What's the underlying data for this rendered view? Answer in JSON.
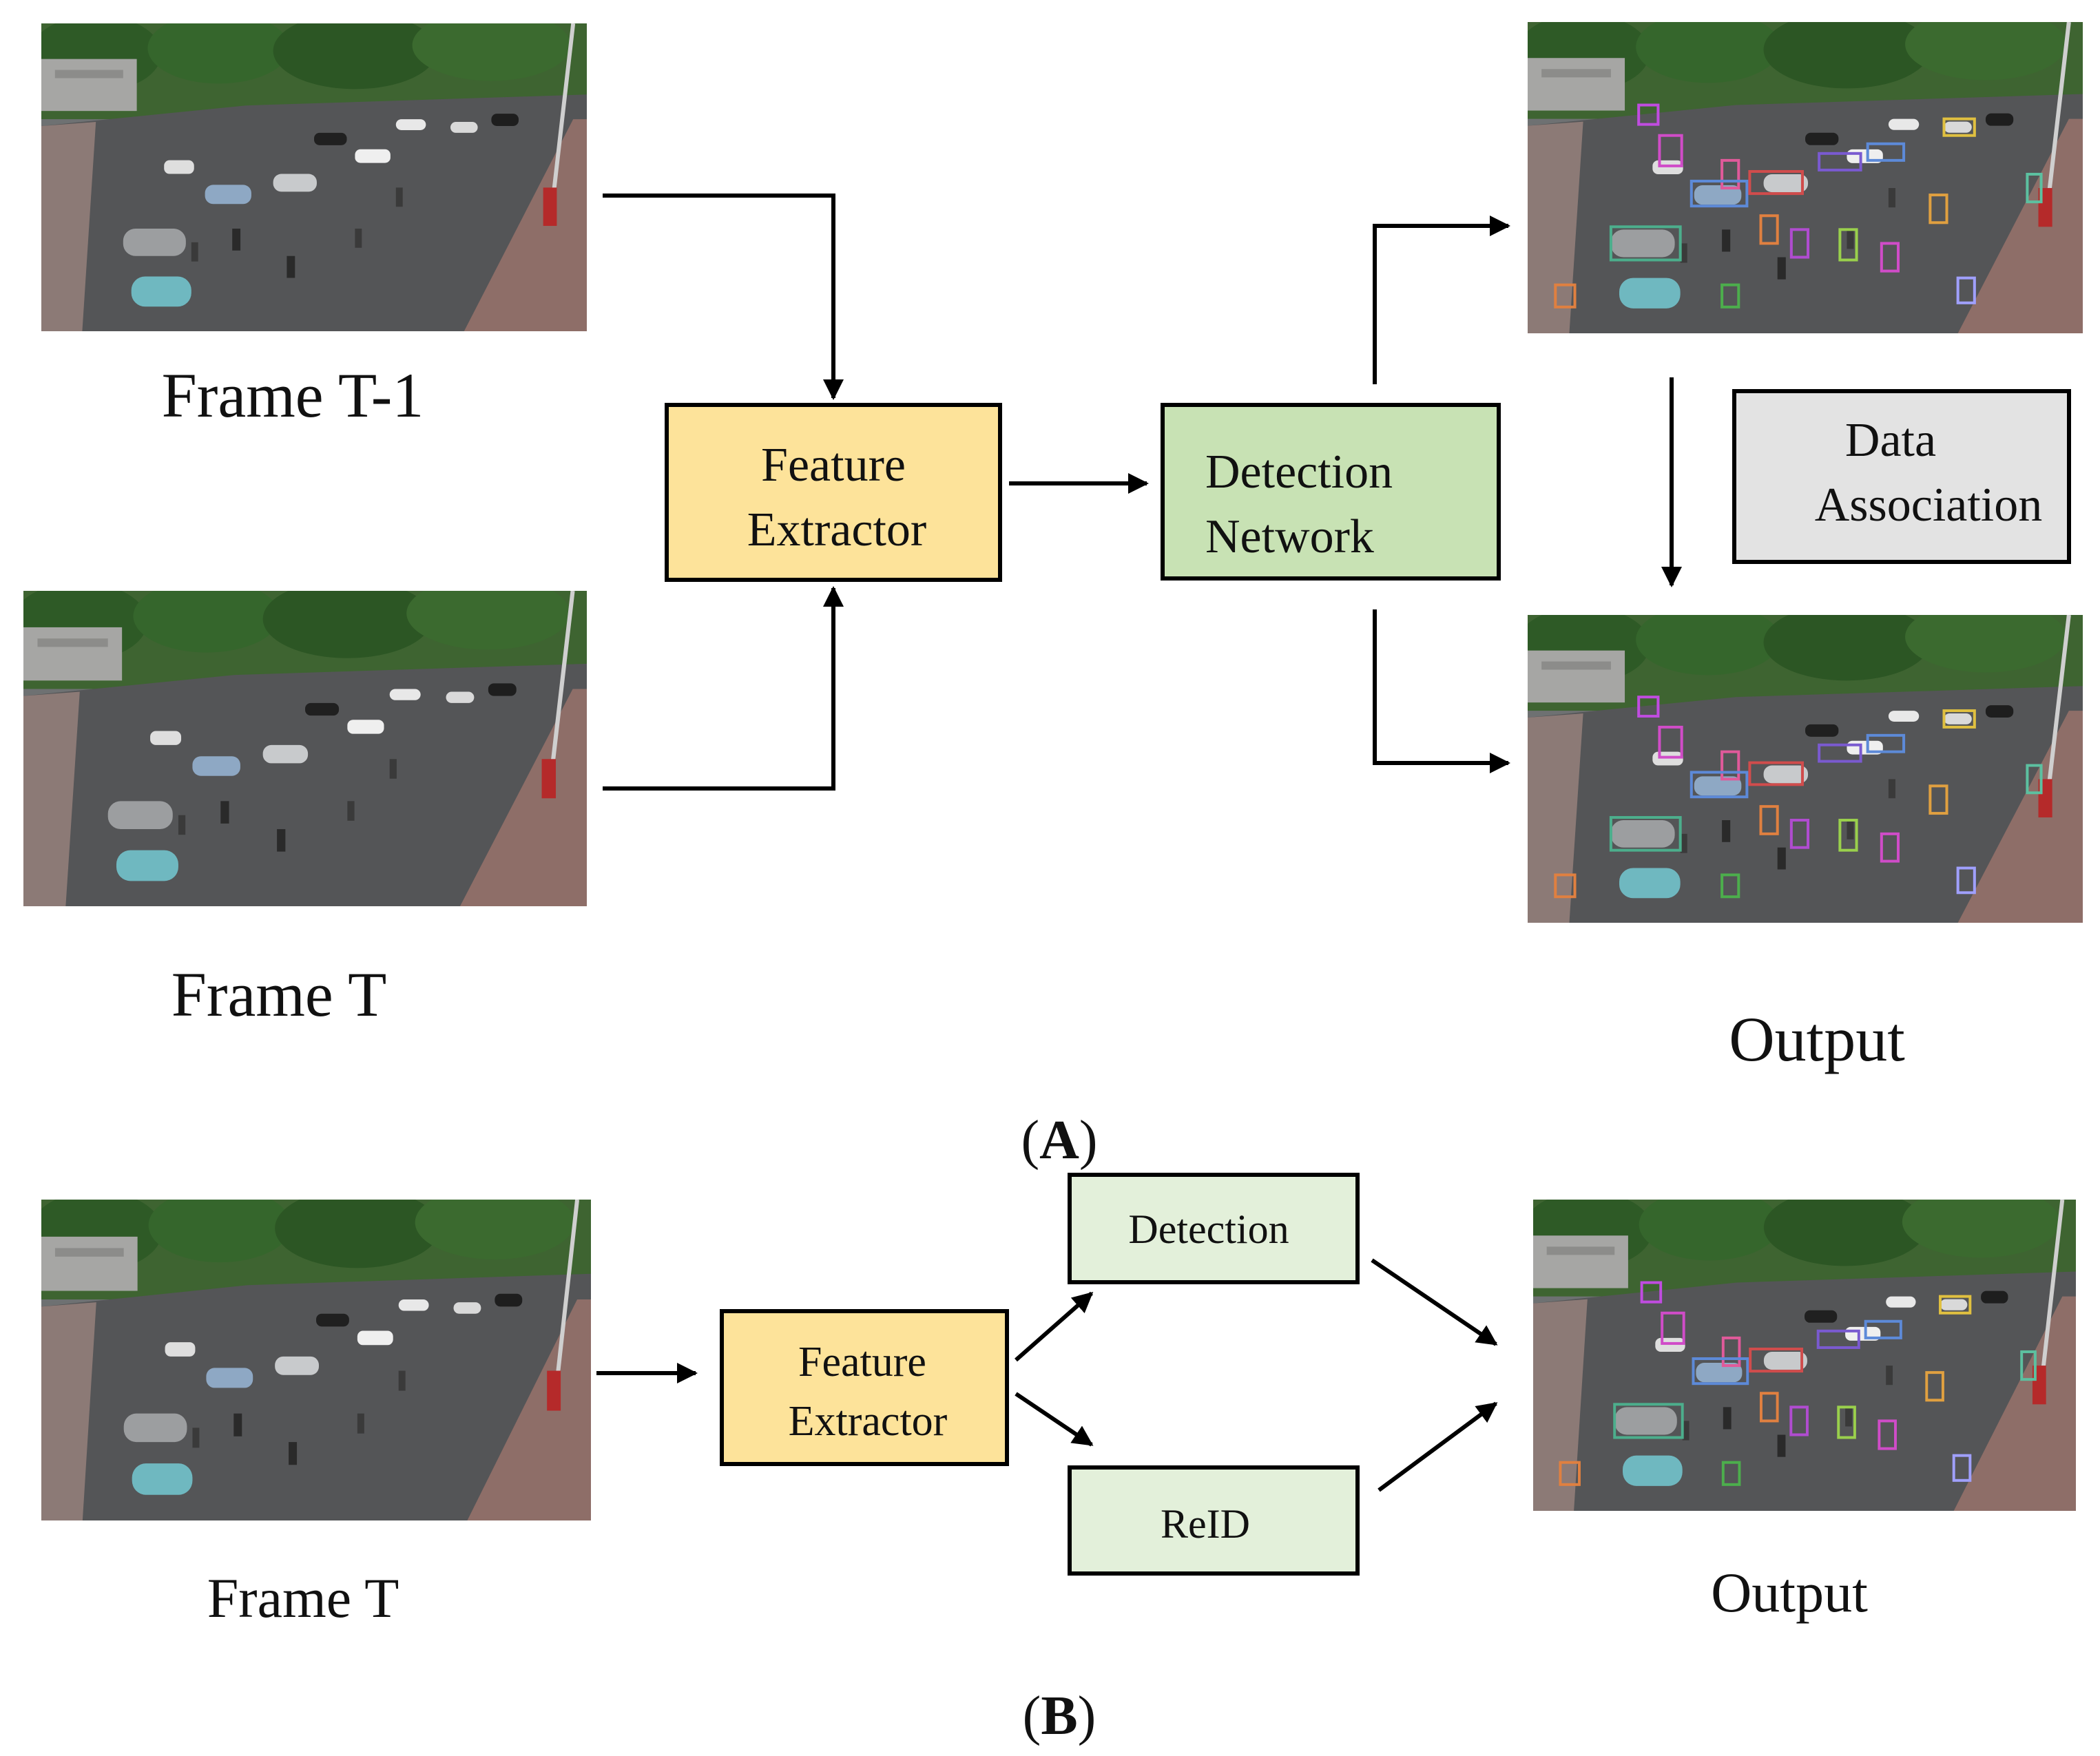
{
  "panel_a": {
    "frame_prev_label": "Frame T-1",
    "frame_curr_label": "Frame T",
    "feature_extractor": {
      "line1": "Feature",
      "line2": "Extractor"
    },
    "detection_network": {
      "line1": "Detection",
      "line2": "Network"
    },
    "data_association": {
      "line1": "Data",
      "line2": "Association"
    },
    "output_label": "Output",
    "caption_open": "(",
    "caption_letter": "A",
    "caption_close": ")"
  },
  "panel_b": {
    "frame_label": "Frame T",
    "feature_extractor": {
      "line1": "Feature",
      "line2": "Extractor"
    },
    "detection": "Detection",
    "reid": "ReID",
    "output_label": "Output",
    "caption_open": "(",
    "caption_letter": "B",
    "caption_close": ")"
  },
  "colors": {
    "feature_extractor_fill": "#fde39a",
    "detection_network_fill": "#c8e2b4",
    "data_association_fill": "#e3e3e3",
    "panel_b_head_fill": "#e3f0da",
    "road": "#545557",
    "trees": "#2e5a26"
  },
  "icons": [
    "street-scene-photo",
    "detection-overlay-photo",
    "arrow"
  ]
}
